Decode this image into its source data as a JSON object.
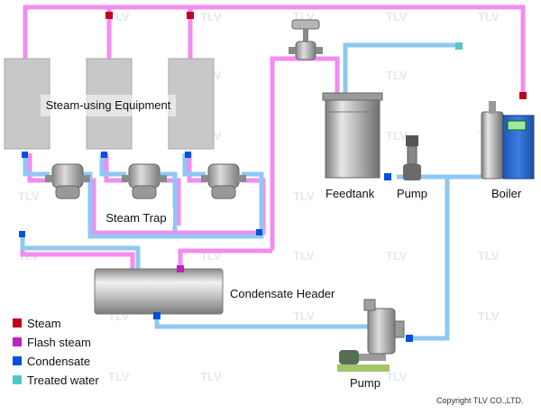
{
  "labels": {
    "equipment": "Steam-using Equipment",
    "steam_trap": "Steam Trap",
    "condensate_header": "Condensate Header",
    "feedtank": "Feedtank",
    "pump_top": "Pump",
    "boiler": "Boiler",
    "pump_bottom": "Pump"
  },
  "legend": [
    {
      "label": "Steam",
      "color": "#c0001c"
    },
    {
      "label": "Flash steam",
      "color": "#c020c0"
    },
    {
      "label": "Condensate",
      "color": "#0050e0"
    },
    {
      "label": "Treated water",
      "color": "#50c8c8"
    }
  ],
  "watermark": "TLV",
  "copyright": "Copyright TLV CO.,LTD."
}
